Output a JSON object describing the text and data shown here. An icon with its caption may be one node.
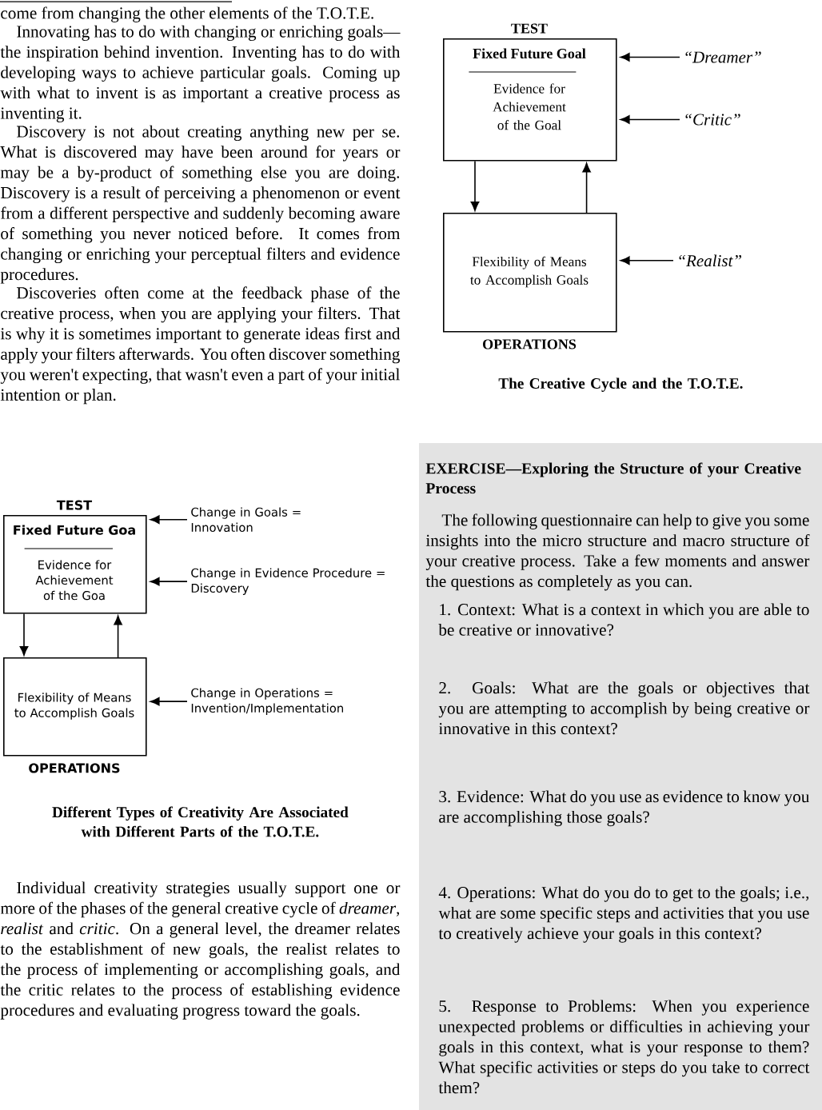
{
  "diagram": {
    "nodes": [
      {
        "text": [
          "TEST",
          "Fixed Future Goa",
          "Evidence for Achievement of the Goa"
        ]
      },
      {
        "text": [
          "Flexibility of Means to Accomplish Goals",
          "OPERATIONS"
        ]
      },
      {
        "text": [
          "Change in Goals = Innovation"
        ]
      },
      {
        "text": [
          "Change in Evidence Procedure = Discovery"
        ]
      },
      {
        "text": [
          "Change in Operations = Invention/Implementation"
        ]
      },
      {
        "text": [
          "TEST",
          "Fixed Future Goal",
          "Evidence for Achievement of the Goal"
        ]
      },
      {
        "text": [
          "Flexibility of Means to Accomplish Goals",
          "OPERATIONS"
        ]
      },
      {
        "text": [
          "“Dreamer”"
        ]
      },
      {
        "text": [
          "“Critic”"
        ]
      },
      {
        "text": [
          "“Realist”"
        ]
      },
      {
        "text": [
          "EXERCISE—Exploring the Structure of your Creative Process",
          "The following questionnaire can help to give you some insights into the micro structure and macro structure of your creative process. Take a few moments and answer the questions as completely as you can.",
          "1. Context: What is a context in which you are able to be creative or innovative?",
          "2. Goals: What are the goals or objectives that you are attempting to accomplish by being creative or innovative in this context?",
          "3. Evidence: What do you use as evidence to know you are accomplishing those goals?",
          "4. Operations: What do you do to get to the goals; i.e., what are some specific steps and activities that you use to creatively achieve your goals in this context?",
          "5. Response to Problems: When you experience unexpected problems or difficulties in achieving your goals in this context, what is your response to them? What specific activities or steps do you take to correct them?"
        ]
      }
    ],
    "edges": [
      {
        "from": 0,
        "to": 1,
        "arrow": "to"
      },
      {
        "from": 1,
        "to": 0,
        "arrow": "to"
      },
      {
        "from": 2,
        "to": 0,
        "arrow": "to"
      },
      {
        "from": 3,
        "to": 0,
        "arrow": "to"
      },
      {
        "from": 4,
        "to": 1,
        "arrow": "to"
      },
      {
        "from": 5,
        "to": 6,
        "arrow": "to"
      },
      {
        "from": 6,
        "to": 5,
        "arrow": "to"
      },
      {
        "from": 7,
        "to": 5,
        "arrow": "to"
      },
      {
        "from": 8,
        "to": 5,
        "arrow": "to"
      },
      {
        "from": 9,
        "to": 6,
        "arrow": "to"
      }
    ],
    "labels": [
      "come from changing the other elements of the T.O.T.E.",
      "Innovating has to do with changing or enriching goals—the inspiration behind invention. Inventing has to do with developing ways to achieve particular goals. Coming up with what to invent is as important a creative process as inventing it.",
      "Discovery is not about creating anything new per se. What is discovered may have been around for years or may be a by-product of something else you are doing. Discovery is a result of perceiving a phenomenon or event from a different perspective and suddenly becoming aware of something you never noticed before. It comes from changing or enriching your perceptual filters and evidence procedures.",
      "Discoveries often come at the feedback phase of the creative process, when you are applying your filters. That is why it is sometimes important to generate ideas first and apply your filters afterwards. You often discover something you weren't expecting, that wasn't even a part of your initial intention or plan.",
      "Different Types of Creativity Are Associated with Different Parts of the T.O.T.E.",
      "Individual creativity strategies usually support one or more of the phases of the general creative cycle of *dreamer*, *realist* and *critic*. On a general level, the dreamer relates to the establishment of new goals, the realist relates to the process of implementing or accomplishing goals, and the critic relates to the process of establishing evidence procedures and evaluating progress toward the goals.",
      "The Creative Cycle and the T.O.T.E."
    ]
  }
}
